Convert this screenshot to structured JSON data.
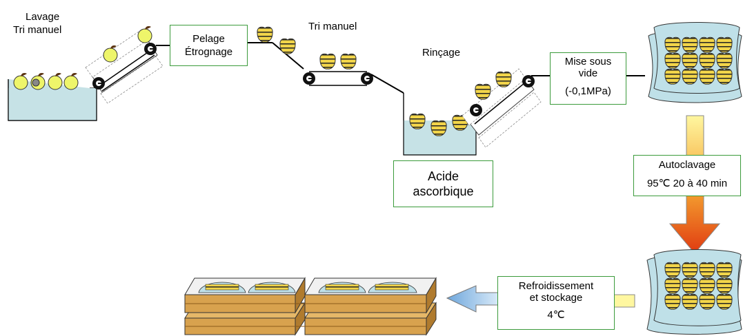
{
  "labels": {
    "lavage": "Lavage",
    "tri_manuel_left": "Tri manuel",
    "tri_manuel_mid": "Tri manuel",
    "rincage": "Rinçage"
  },
  "boxes": {
    "pelage": [
      "Pelage",
      "Étrognage"
    ],
    "acide": [
      "Acide",
      "ascorbique"
    ],
    "mise_sous_vide": [
      "Mise sous",
      "vide",
      "(-0,1MPa)"
    ],
    "autoclavage": [
      "Autoclavage",
      "95℃ 20 à 40 min"
    ],
    "refroidissement": [
      "Refroidissement",
      "et stockage",
      "4℃"
    ]
  },
  "colors": {
    "box_border": "#3a9a3a",
    "water": "#c6e2e6",
    "apple": "#eef56a",
    "apple_slice": "#f2d54a",
    "crate": "#d8a24e",
    "pack": "#bfe0e8",
    "arrow_gradient_top": "#fff7a0",
    "arrow_gradient_bottom": "#e03a10",
    "arrow_left": "#9ec5ea"
  }
}
